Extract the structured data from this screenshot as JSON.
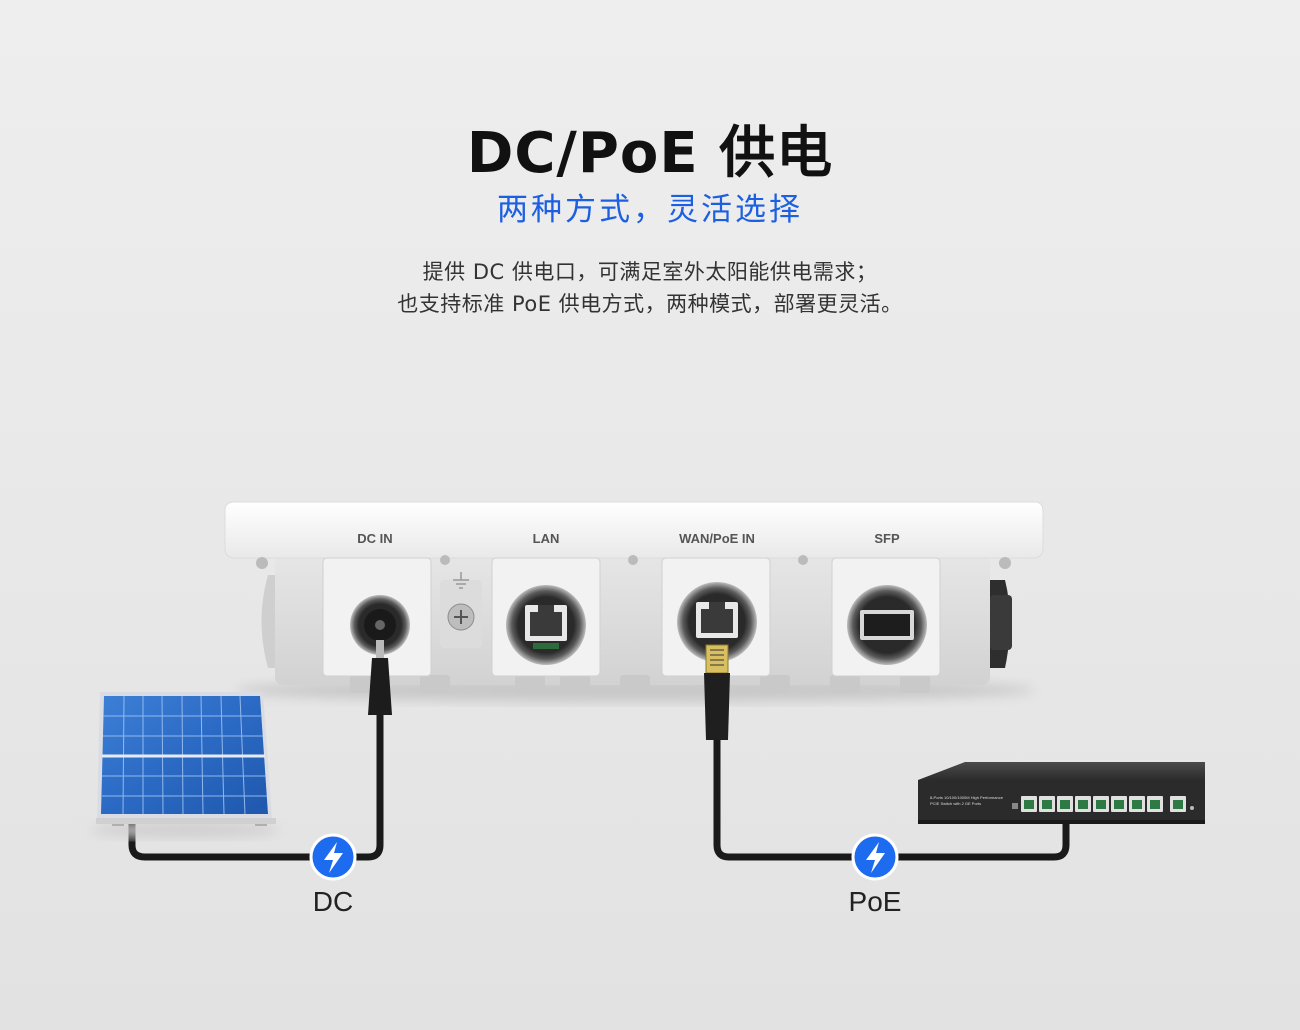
{
  "header": {
    "title": "DC/PoE 供电",
    "subtitle": "两种方式，灵活选择",
    "description_line1": "提供 DC 供电口，可满足室外太阳能供电需求；",
    "description_line2": "也支持标准 PoE 供电方式，两种模式，部署更灵活。"
  },
  "device": {
    "ports": [
      "DC IN",
      "LAN",
      "WAN/PoE IN",
      "SFP"
    ]
  },
  "switch": {
    "text_line1": "8-Ports 10/100/1000M High Performance",
    "text_line2": "PCIE Switch with 2 GE Ports"
  },
  "power_modes": [
    {
      "label": "DC",
      "icon": "lightning-icon"
    },
    {
      "label": "PoE",
      "icon": "lightning-icon"
    }
  ],
  "colors": {
    "accent": "#1c5fe0",
    "badge": "#1d6cf0",
    "text": "#111111"
  }
}
